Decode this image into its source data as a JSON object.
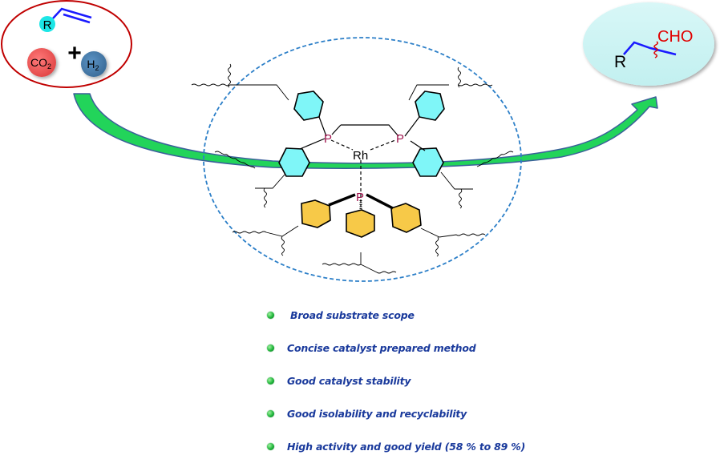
{
  "reactants": {
    "substrate_label": "R",
    "plus_sign": "+",
    "co2_label": "CO",
    "co2_sub": "2",
    "h2_label": "H",
    "h2_sub": "2"
  },
  "product": {
    "r_label": "R",
    "group_label": "CHO"
  },
  "catalyst": {
    "metal_label": "Rh",
    "phosphorus_label": "P"
  },
  "features": [
    {
      "label": "Broad substrate scope"
    },
    {
      "label": "Concise catalyst prepared method"
    },
    {
      "label": "Good catalyst stability"
    },
    {
      "label": "Good isolability and recyclability"
    },
    {
      "label": "High activity and good yield (58 % to 89 %)"
    }
  ],
  "colors": {
    "reactant_ellipse_border": "#c00000",
    "product_ellipse_fill": "#c9f3f3",
    "co2_circle": "#e85a5a",
    "h2_circle": "#4a7fad",
    "substrate_circle": "#1ce6e6",
    "alkene_bond": "#1a1aff",
    "arrow_fill": "#22cc55",
    "arrow_border": "#3a5f9a",
    "catalyst_boundary": "#2c7fc8",
    "cyan_ring": "#7ff6f8",
    "yellow_ring": "#f7c948",
    "phosphorus": "#a0144e",
    "aldehyde": "#e00000",
    "feature_text": "#1a3a9c"
  }
}
